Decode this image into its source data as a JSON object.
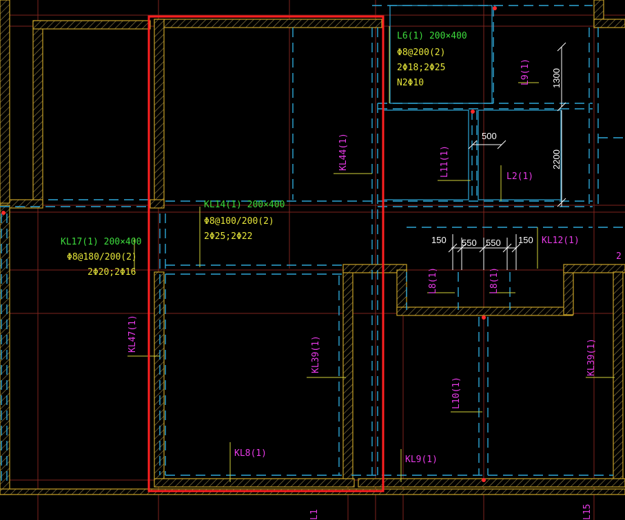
{
  "colors": {
    "background": "#000000",
    "wall": "#c9a227",
    "hatch": "#7a6a35",
    "axis": "#c0392b",
    "beam_dash": "#2fa8d8",
    "selection": "#ff2020",
    "green_label": "#3ddc3d",
    "yellow_label": "#e6e63a",
    "magenta_label": "#e83ae8",
    "dim_text": "#ffffff",
    "leader": "#d4d43a"
  },
  "beam_KL14": {
    "name": "KL14(1) 200×400",
    "stirrup": "Φ8@100/200(2)",
    "bars": "2Φ25;2Φ22"
  },
  "beam_KL17": {
    "name": "KL17(1) 200×400",
    "stirrup": "Φ8@180/200(2)",
    "bars": "2Φ20;2Φ16"
  },
  "beam_L6": {
    "name": "L6(1) 200×400",
    "stirrup": "Φ8@200(2)",
    "bars": "2Φ18;2Φ25",
    "waist": "N2Φ10"
  },
  "tags": {
    "KL44": "KL44(1)",
    "KL47": "KL47(1)",
    "KL39a": "KL39(1)",
    "KL39b": "KL39(1)",
    "KL8": "KL8(1)",
    "KL9": "KL9(1)",
    "KL12": "KL12(1)",
    "L9": "L9(1)",
    "L11": "L11(1)",
    "L2": "L2(1)",
    "L8a": "L8(1)",
    "L8b": "L8(1)",
    "L10": "L10(1)",
    "L1": "L1",
    "L15": "L15",
    "edge2": "2"
  },
  "dims": {
    "d1300": "1300",
    "d2200": "2200",
    "d500": "500",
    "d150a": "150",
    "d550a": "550",
    "d550b": "550",
    "d150b": "150"
  }
}
